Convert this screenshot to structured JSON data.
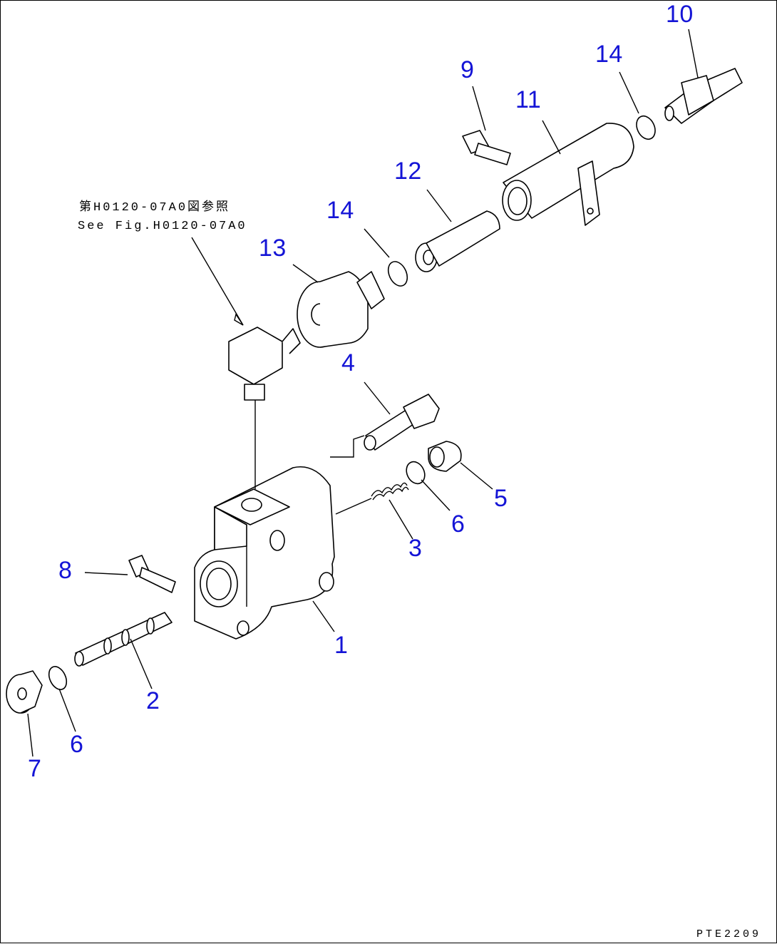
{
  "drawing": {
    "reference_jp": "第H0120-07A0図参照",
    "reference_en": "See Fig.H0120-07A0",
    "code": "PTE2209"
  },
  "callouts": [
    {
      "id": "c1",
      "text": "1"
    },
    {
      "id": "c2",
      "text": "2"
    },
    {
      "id": "c3",
      "text": "3"
    },
    {
      "id": "c4",
      "text": "4"
    },
    {
      "id": "c5",
      "text": "5"
    },
    {
      "id": "c6a",
      "text": "6"
    },
    {
      "id": "c6b",
      "text": "6"
    },
    {
      "id": "c7",
      "text": "7"
    },
    {
      "id": "c8",
      "text": "8"
    },
    {
      "id": "c9",
      "text": "9"
    },
    {
      "id": "c10",
      "text": "10"
    },
    {
      "id": "c11",
      "text": "11"
    },
    {
      "id": "c12",
      "text": "12"
    },
    {
      "id": "c13",
      "text": "13"
    },
    {
      "id": "c14a",
      "text": "14"
    },
    {
      "id": "c14b",
      "text": "14"
    }
  ],
  "colors": {
    "callout": "#1414d6",
    "line": "#000000"
  }
}
